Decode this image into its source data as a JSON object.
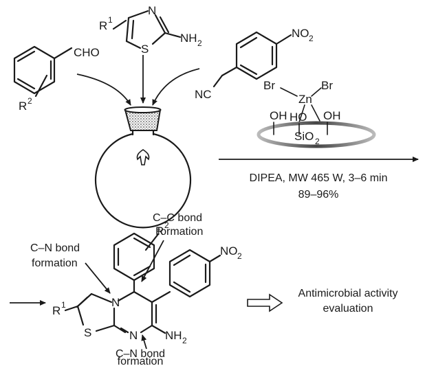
{
  "reagents": {
    "benzaldehyde": {
      "cho": "CHO",
      "r2": "R",
      "r2_sup": "2"
    },
    "aminothiazole": {
      "n": "N",
      "s": "S",
      "r1": "R",
      "r1_sup": "1",
      "nh2": "NH",
      "nh2_sub": "2"
    },
    "nitrophenylacetonitrile": {
      "nc": "NC",
      "no2": "NO",
      "no2_sub": "2"
    }
  },
  "catalyst": {
    "br_left": "Br",
    "br_right": "Br",
    "zn": "Zn",
    "oh_left": "OH",
    "ho_mid": "HO",
    "oh_right": "OH",
    "support": "SiO",
    "support_sub": "2"
  },
  "conditions": {
    "line1": "DIPEA, MW 465 W, 3–6 min",
    "line2": "89–96%"
  },
  "product": {
    "r1": "R",
    "r1_sup": "1",
    "r2": "R",
    "r2_sup": "2",
    "n_ring": "N",
    "n_ring2": "N",
    "s": "S",
    "nh2": "NH",
    "nh2_sub": "2",
    "no2": "NO",
    "no2_sub": "2"
  },
  "annotations": {
    "cc_line1": "C–C bond",
    "cc_line2": "formation",
    "cn_top_line1": "C–N bond",
    "cn_top_line2": "formation",
    "cn_bottom_line1": "C–N bond",
    "cn_bottom_line2": "formation"
  },
  "outcome": {
    "line1": "Antimicrobial activity",
    "line2": "evaluation"
  }
}
